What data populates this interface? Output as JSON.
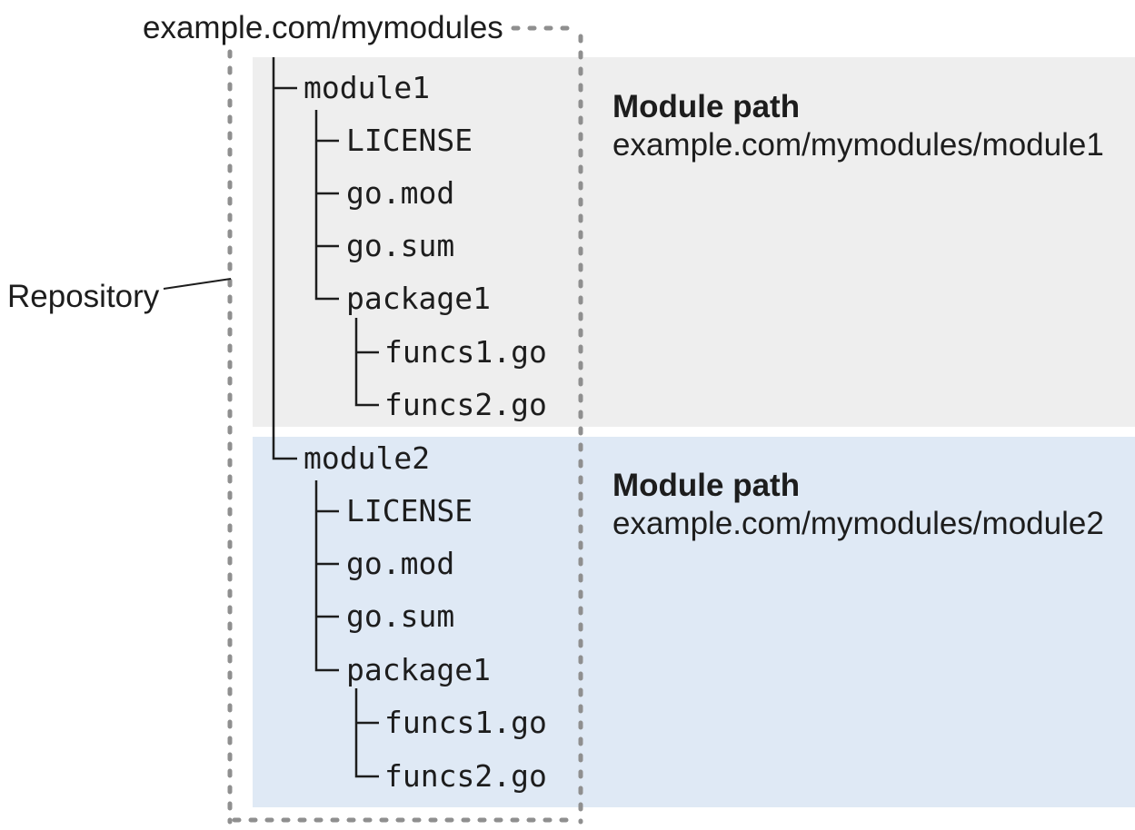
{
  "title": "example.com/mymodules",
  "annotations": {
    "repository_label": "Repository"
  },
  "modules": [
    {
      "name": "module1",
      "files": [
        "LICENSE",
        "go.mod",
        "go.sum"
      ],
      "package": {
        "name": "package1",
        "files": [
          "funcs1.go",
          "funcs2.go"
        ]
      },
      "info_heading": "Module path",
      "module_path": "example.com/mymodules/module1",
      "panel_color": "#eeeeee"
    },
    {
      "name": "module2",
      "files": [
        "LICENSE",
        "go.mod",
        "go.sum"
      ],
      "package": {
        "name": "package1",
        "files": [
          "funcs1.go",
          "funcs2.go"
        ]
      },
      "info_heading": "Module path",
      "module_path": "example.com/mymodules/module2",
      "panel_color": "#dfe9f5"
    }
  ],
  "colors": {
    "background": "#ffffff",
    "module1_panel": "#eeeeee",
    "module2_panel": "#dfe9f5",
    "dotted_boundary": "#8f8f8f",
    "tree_lines": "#1d1d1d",
    "text": "#1d1d1d"
  }
}
